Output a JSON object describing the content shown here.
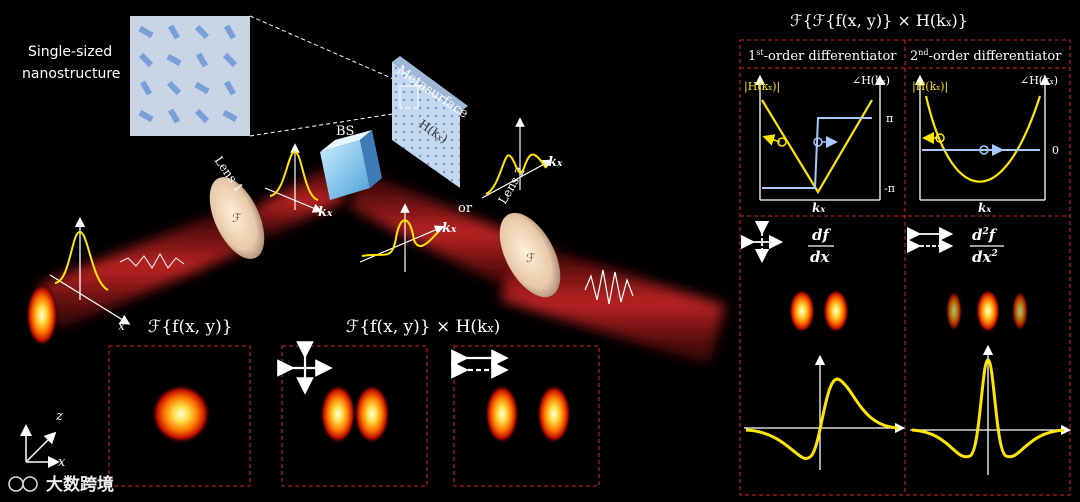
{
  "labels": {
    "nanostructure": [
      "Single-sized",
      "nanostructure"
    ],
    "metasurface": "Metasurface",
    "h_kx": "H(k",
    "h_kx_sub": "x",
    "h_kx_close": ")",
    "bs": "BS",
    "lens1": "Lens 1",
    "lens2": "Lens 2",
    "or": "or",
    "kx": "k",
    "kx_sub": "x",
    "axis_x": "x",
    "axis_z": "z",
    "ft_f": "ℱ{f(x, y)}",
    "ft_f_times_h": "ℱ{f(x, y)} × H(k",
    "ft_f_times_h_sub": "x",
    "ft_f_times_h_close": ")",
    "watermark": "大数跨境"
  },
  "right_panel": {
    "title": "ℱ{ℱ{f(x, y)} × H(k",
    "title_sub": "x",
    "title_close": ")}",
    "col1_pre": "1",
    "col1_sup": "st",
    "col1_post": "-order differentiator",
    "col2_pre": "2",
    "col2_sup": "nd",
    "col2_post": "-order differentiator",
    "mag_label": "|H(k",
    "mag_sub": "x",
    "mag_close": ")|",
    "phase_label": "∠H(k",
    "phase_sub": "x",
    "phase_close": ")",
    "pi": "π",
    "neg_pi": "-π",
    "zero": "0",
    "df": "df",
    "dx": "dx",
    "d2f": "d",
    "d2f_sup": "2",
    "d2f_f": "f",
    "dx2": "dx",
    "dx2_sup": "2"
  },
  "colors": {
    "background": "#000000",
    "beam": "#d81e1e",
    "curve": "#ffe600",
    "phase": "#a8c8ff",
    "dashed_border": "#e02020",
    "metasurface": "#bcd2ee",
    "cube": "#7fc8f0"
  }
}
